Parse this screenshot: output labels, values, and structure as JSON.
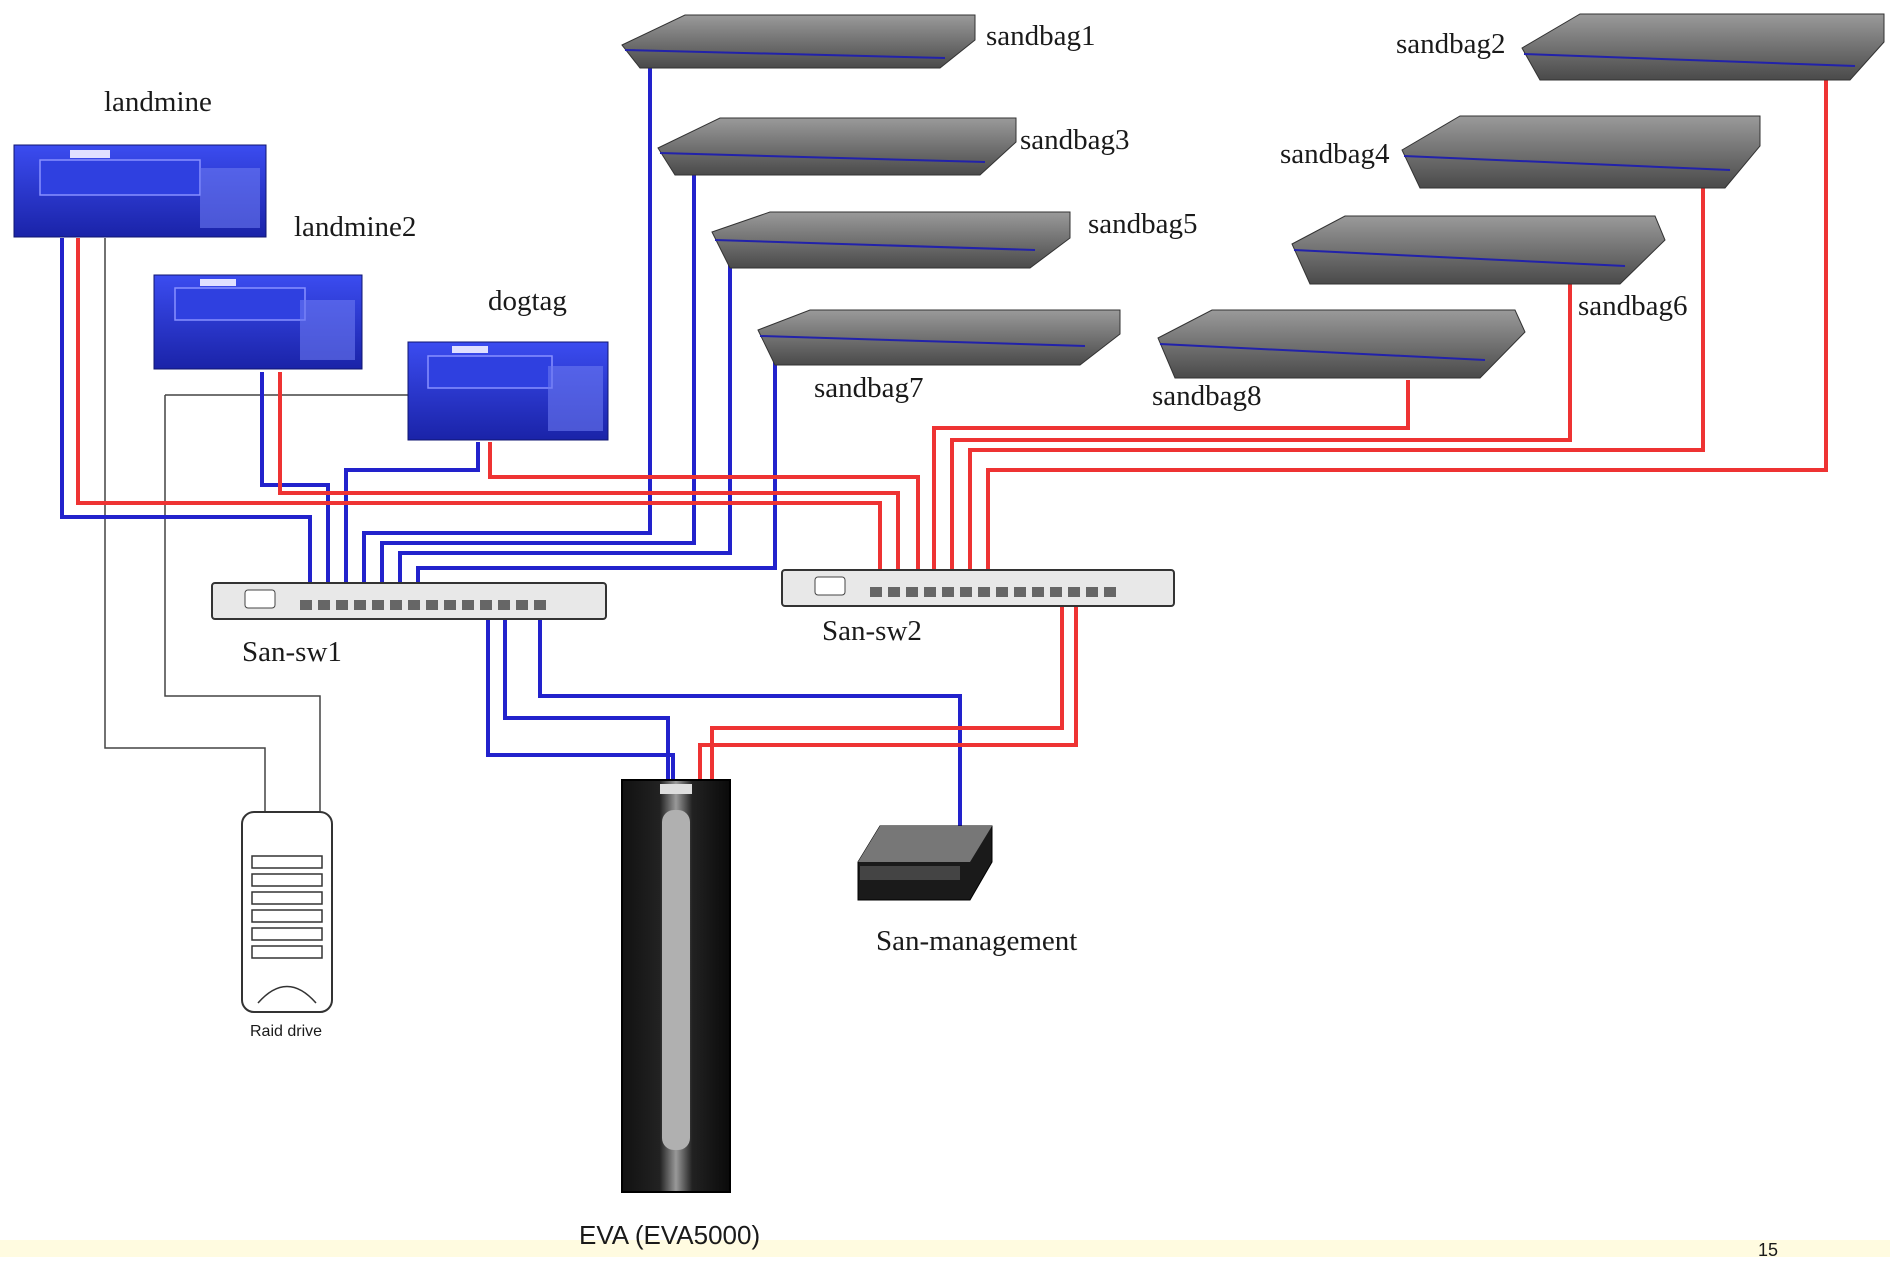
{
  "labels": {
    "landmine": "landmine",
    "landmine2": "landmine2",
    "dogtag": "dogtag",
    "sandbag1": "sandbag1",
    "sandbag2": "sandbag2",
    "sandbag3": "sandbag3",
    "sandbag4": "sandbag4",
    "sandbag5": "sandbag5",
    "sandbag6": "sandbag6",
    "sandbag7": "sandbag7",
    "sandbag8": "sandbag8",
    "san_sw1": "San-sw1",
    "san_sw2": "San-sw2",
    "san_management": "San-management",
    "raid_drive": "Raid drive",
    "eva": "EVA (EVA5000)",
    "page_number": "15"
  },
  "colors": {
    "fabric_a_cable": "#2222cc",
    "fabric_b_cable": "#ee3333",
    "lan_cable": "#444444",
    "server_blue": "#2a3bd6",
    "blade_gray": "#5a5a5a"
  }
}
